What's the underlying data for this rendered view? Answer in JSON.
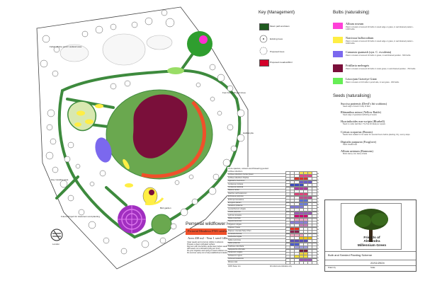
{
  "title": "Bulb and Seeded Planting Scheme",
  "organisation": "Friends of Alexandra Millennium Green",
  "date": "22/11/2024",
  "title_block_labels": {
    "drawn_by": "Drawn by",
    "scale": "Scale"
  },
  "map_labels": {
    "corner_label": "Felled off-line pond / wetland area",
    "top_right": "Foot Forest Project Area",
    "right": "Habitat pile",
    "left_mid": "Hay meadow area",
    "bottom_left": "Future Project for classroom and planting",
    "bottom_mid": "Bird garden",
    "logo": "London"
  },
  "key_management": {
    "heading": "Key (Management)",
    "items": [
      {
        "label": "Mown path and lawn",
        "color": "#1e5a1e"
      },
      {
        "label": "Existing trees",
        "color": "#ffffff"
      },
      {
        "label": "Proposed trees",
        "color": "#ffffff"
      },
      {
        "label": "Proposed meadow/Mml",
        "color": "#d4002a"
      }
    ]
  },
  "bulbs": {
    "heading": "Bulbs (naturalising)",
    "items": [
      {
        "name": "Allium roseum",
        "color": "#ff40d8",
        "desc": "Plant in clusters of around 20 bulbs in wood edge or grass, in well drained position - 1400 bulbs"
      },
      {
        "name": "Narcissus bulbocodium",
        "color": "#ffee44",
        "desc": "Plant in clusters of around 30 bulbs in wood edge or grass, in well drained position - 1000 bulbs"
      },
      {
        "name": "Camassia quamash (syn. C. esculenta)",
        "color": "#7b68ee",
        "desc": "Plant in clusters of around 10 bulbs in grass, in well drained position - 500 bulbs"
      },
      {
        "name": "Fritillaria meleagris",
        "color": "#7a0f3a",
        "desc": "Plant in clusters of around 20 bulbs in moist grass, in well drained position - 700 bulbs"
      },
      {
        "name": "Leucojum Gravetye Giant",
        "color": "#66ee55",
        "desc": "Plant in clusters of 10 bulbs in pond side, in wet grass - 300 bulbs"
      }
    ]
  },
  "seeds": {
    "heading": "Seeds (naturalising)",
    "items": [
      {
        "name": "Succisa pratensis (Devil's bit scabious)",
        "desc": "Seed edge of wood / body of field"
      },
      {
        "name": "Rhinanthus minor (Yellow Rattle)",
        "desc": "Seed edge of grassland (20x10g of seed)"
      },
      {
        "name": "Hyacinthoides non-scripta (Bluebell)",
        "desc": "Seed in under leaf litter / Tip Top 40 ideal per square"
      },
      {
        "name": "Cytisus scoparius (Broom)",
        "desc": "Seeds best soaked in hot water for several hours before planting. Dry, sunny slope"
      },
      {
        "name": "Digitalis purpurea (Foxglove)",
        "desc": "Seed shaded wet"
      },
      {
        "name": "Allium ursinum (Ramsons)",
        "desc": "Moist loamy soil, damp shade"
      }
    ]
  },
  "perennial": {
    "heading": "Perrenial wildflower bed",
    "mix_label": "Pictorial Meadows P501 seed mix",
    "area": "Area 430 m2 - Year 1 seed 140m2",
    "notes": [
      "Clear weeds and concrete rubble in advance",
      "Prepare a clean cultivated surface",
      "Dig over with low fertility sterile loam before seeding",
      "Add seed mix to kiln/sand (20g per 2m2)",
      "Do your irrigation and spring to seed outdoors recommended",
      "Do summer early cut to help establishment desirably"
    ]
  },
  "species_table": {
    "heading": "Core species, colours and flowering period",
    "rows": [
      {
        "name": "Achillea millefolium",
        "cells": [
          "#ffffff",
          "#ffffff",
          "#ffffff",
          "#f4e04d",
          "#f4e04d",
          "#f4e04d",
          "#ffffff"
        ]
      },
      {
        "name": "Achillea millefolium Cerise Queen",
        "cells": [
          "#ffffff",
          "#ffffff",
          "#ffffff",
          "#e8458c",
          "#e8458c",
          "#e8458c",
          "#ffffff"
        ]
      },
      {
        "name": "Achillea millefolium Paprika",
        "cells": [
          "#ffffff",
          "#ffffff",
          "#d9352b",
          "#d9352b",
          "#d9352b",
          "#ffffff",
          "#ffffff"
        ]
      },
      {
        "name": "Agastache foeniculum",
        "cells": [
          "#ffffff",
          "#ffffff",
          "#ffffff",
          "#6a5acd",
          "#6a5acd",
          "#6a5acd",
          "#ffffff"
        ]
      },
      {
        "name": "Centaurea montana",
        "cells": [
          "#ffffff",
          "#3b4cc0",
          "#3b4cc0",
          "#3b4cc0",
          "#ffffff",
          "#ffffff",
          "#ffffff"
        ]
      },
      {
        "name": "Centaurea scabiosa",
        "cells": [
          "#ffffff",
          "#ffffff",
          "#b03a9e",
          "#b03a9e",
          "#b03a9e",
          "#ffffff",
          "#ffffff"
        ]
      },
      {
        "name": "Daucus carota",
        "cells": [
          "#ffffff",
          "#ffffff",
          "#ffffff",
          "#ffffff",
          "#ffffff",
          "#ffffff",
          "#ffffff"
        ]
      },
      {
        "name": "Dianthus carthusianorum",
        "cells": [
          "#ffffff",
          "#ffffff",
          "#e0457b",
          "#e0457b",
          "#e0457b",
          "#ffffff",
          "#ffffff"
        ]
      },
      {
        "name": "Echinacea purpurea",
        "cells": [
          "#ffffff",
          "#ffffff",
          "#ffffff",
          "#c04b8f",
          "#c04b8f",
          "#c04b8f",
          "#ffffff"
        ]
      },
      {
        "name": "Echinops bannaticus",
        "cells": [
          "#ffffff",
          "#ffffff",
          "#ffffff",
          "#5a6fd0",
          "#5a6fd0",
          "#ffffff",
          "#ffffff"
        ]
      },
      {
        "name": "Eryngium planum",
        "cells": [
          "#ffffff",
          "#ffffff",
          "#ffffff",
          "#6b7fd8",
          "#6b7fd8",
          "#ffffff",
          "#ffffff"
        ]
      },
      {
        "name": "Geranium pratense",
        "cells": [
          "#ffffff",
          "#7f79d6",
          "#7f79d6",
          "#7f79d6",
          "#ffffff",
          "#ffffff",
          "#ffffff"
        ]
      },
      {
        "name": "Leucanthemum vulgare",
        "cells": [
          "#ffffff",
          "#ffffff",
          "#ffffff",
          "#ffffff",
          "#ffffff",
          "#ffffff",
          "#ffffff"
        ]
      },
      {
        "name": "Linaria purpurea",
        "cells": [
          "#ffffff",
          "#ffffff",
          "#9b59b6",
          "#9b59b6",
          "#9b59b6",
          "#9b59b6",
          "#ffffff"
        ]
      },
      {
        "name": "Lychnis coronaria",
        "cells": [
          "#ffffff",
          "#ffffff",
          "#d1006f",
          "#d1006f",
          "#d1006f",
          "#ffffff",
          "#ffffff"
        ]
      },
      {
        "name": "Malva moschata",
        "cells": [
          "#ffffff",
          "#ffffff",
          "#f3a6c8",
          "#f3a6c8",
          "#f3a6c8",
          "#ffffff",
          "#ffffff"
        ]
      },
      {
        "name": "Nepeta racemosa",
        "cells": [
          "#ffffff",
          "#8a7fd8",
          "#8a7fd8",
          "#8a7fd8",
          "#8a7fd8",
          "#ffffff",
          "#ffffff"
        ]
      },
      {
        "name": "Origanum vulgare",
        "cells": [
          "#ffffff",
          "#ffffff",
          "#ffffff",
          "#c77bb5",
          "#c77bb5",
          "#ffffff",
          "#ffffff"
        ]
      },
      {
        "name": "Papaver rhoeas",
        "cells": [
          "#ffffff",
          "#e63322",
          "#e63322",
          "#ffffff",
          "#ffffff",
          "#ffffff",
          "#ffffff"
        ]
      },
      {
        "name": "Papaver orientale Patty's Plum",
        "cells": [
          "#ffffff",
          "#8b2252",
          "#8b2252",
          "#ffffff",
          "#ffffff",
          "#ffffff",
          "#ffffff"
        ]
      },
      {
        "name": "Persicaria bistorta",
        "cells": [
          "#ffffff",
          "#f2a5c0",
          "#f2a5c0",
          "#f2a5c0",
          "#ffffff",
          "#ffffff",
          "#ffffff"
        ]
      },
      {
        "name": "Rudbeckia fulgida",
        "cells": [
          "#ffffff",
          "#ffffff",
          "#ffffff",
          "#f0c419",
          "#f0c419",
          "#f0c419",
          "#ffffff"
        ]
      },
      {
        "name": "Salvia nemorosa",
        "cells": [
          "#ffffff",
          "#5b4fb8",
          "#5b4fb8",
          "#5b4fb8",
          "#5b4fb8",
          "#ffffff",
          "#ffffff"
        ]
      },
      {
        "name": "Salvia pratensis",
        "cells": [
          "#ffffff",
          "#4b5bd0",
          "#4b5bd0",
          "#ffffff",
          "#ffffff",
          "#ffffff",
          "#ffffff"
        ]
      },
      {
        "name": "Scabiosa columbaria",
        "cells": [
          "#ffffff",
          "#ffffff",
          "#a3a0e0",
          "#a3a0e0",
          "#a3a0e0",
          "#ffffff",
          "#ffffff"
        ]
      },
      {
        "name": "Sanguisorba officinalis",
        "cells": [
          "#ffffff",
          "#ffffff",
          "#ffffff",
          "#7a1f3d",
          "#7a1f3d",
          "#ffffff",
          "#ffffff"
        ]
      },
      {
        "name": "Tanacetum vulgare",
        "cells": [
          "#ffffff",
          "#ffffff",
          "#ffffff",
          "#f2d33b",
          "#f2d33b",
          "#ffffff",
          "#ffffff"
        ]
      },
      {
        "name": "Verbascum nigrum",
        "cells": [
          "#ffffff",
          "#ffffff",
          "#f7e03c",
          "#f7e03c",
          "#f7e03c",
          "#ffffff",
          "#ffffff"
        ]
      },
      {
        "name": "Verbena bonariensis",
        "cells": [
          "#ffffff",
          "#ffffff",
          "#ffffff",
          "#9b59b6",
          "#9b59b6",
          "#9b59b6",
          "#ffffff"
        ]
      },
      {
        "name": "Mixture total",
        "cells": [
          "#ffffff",
          "#ffffff",
          "#ffffff",
          "#ffffff",
          "#ffffff",
          "#ffffff",
          "#ffffff"
        ]
      }
    ],
    "footer": "100% flower mix",
    "footer_right": "All colours are indicative only"
  }
}
